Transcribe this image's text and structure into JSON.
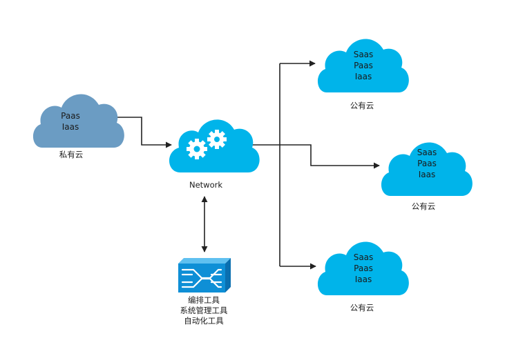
{
  "colors": {
    "private_cloud": "#6b9cc3",
    "public_cloud": "#00b4ea",
    "network_cloud": "#00b4ea",
    "tool_box": "#0e8fd6",
    "connector": "#222222"
  },
  "private_cloud": {
    "lines": [
      "Paas",
      "Iaas"
    ],
    "caption": "私有云"
  },
  "network": {
    "icon": "gear-cloud-icon",
    "caption": "Network"
  },
  "public_clouds": [
    {
      "lines": [
        "Saas",
        "Paas",
        "Iaas"
      ],
      "caption": "公有云"
    },
    {
      "lines": [
        "Saas",
        "Paas",
        "Iaas"
      ],
      "caption": "公有云"
    },
    {
      "lines": [
        "Saas",
        "Paas",
        "Iaas"
      ],
      "caption": "公有云"
    }
  ],
  "tools": {
    "icon": "switch-box-icon",
    "lines": [
      "编排工具",
      "系统管理工具",
      "自动化工具"
    ]
  }
}
